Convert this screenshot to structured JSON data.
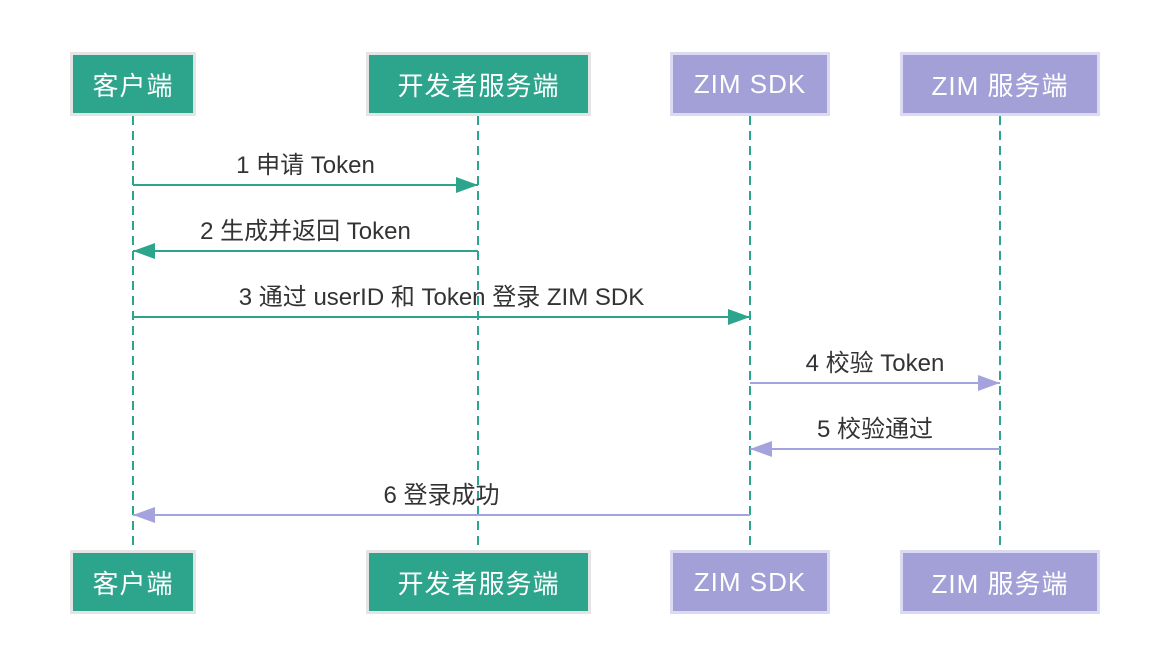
{
  "diagram": {
    "type": "sequence",
    "actors": [
      {
        "label": "客户端",
        "theme": "green"
      },
      {
        "label": "开发者服务端",
        "theme": "green"
      },
      {
        "label": "ZIM SDK",
        "theme": "purple"
      },
      {
        "label": "ZIM 服务端",
        "theme": "purple"
      }
    ],
    "messages": [
      {
        "seq": "1",
        "label": "1 申请 Token",
        "from": "客户端",
        "to": "开发者服务端",
        "theme": "green",
        "direction": "right"
      },
      {
        "seq": "2",
        "label": "2 生成并返回 Token",
        "from": "开发者服务端",
        "to": "客户端",
        "theme": "green",
        "direction": "left"
      },
      {
        "seq": "3",
        "label": "3 通过 userID 和 Token 登录 ZIM SDK",
        "from": "客户端",
        "to": "ZIM SDK",
        "theme": "green",
        "direction": "right"
      },
      {
        "seq": "4",
        "label": "4 校验 Token",
        "from": "ZIM SDK",
        "to": "ZIM 服务端",
        "theme": "purple",
        "direction": "right"
      },
      {
        "seq": "5",
        "label": "5 校验通过",
        "from": "ZIM 服务端",
        "to": "ZIM SDK",
        "theme": "purple",
        "direction": "left"
      },
      {
        "seq": "6",
        "label": "6 登录成功",
        "from": "ZIM SDK",
        "to": "客户端",
        "theme": "purple",
        "direction": "left"
      }
    ],
    "colors": {
      "green": "#2DA58C",
      "green_box_border": "#E4E4E4",
      "purple": "#A2A0D6",
      "purple_box_border": "#DBDAF1",
      "purple_arrow": "#A5A3DD",
      "message_text": "#333333",
      "background": "#FFFFFF"
    }
  }
}
